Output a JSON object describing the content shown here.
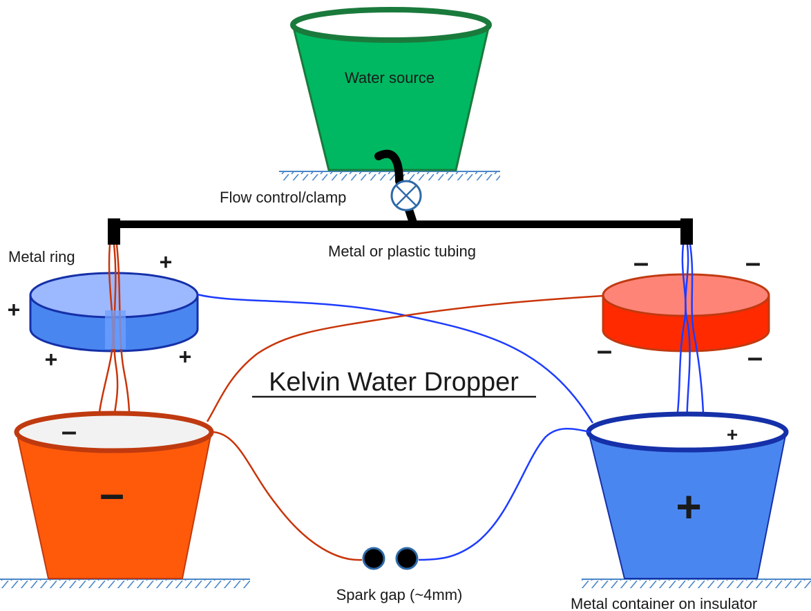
{
  "title": "Kelvin Water Dropper",
  "labels": {
    "water_source": "Water source",
    "flow_control": "Flow control/clamp",
    "tubing": "Metal or plastic tubing",
    "metal_ring": "Metal ring",
    "spark_gap": "Spark gap (~4mm)",
    "metal_container": "Metal container on insulator"
  },
  "signs": {
    "plus": "+",
    "minus": "–"
  },
  "colors": {
    "green": "#00b862",
    "green_dark": "#1a7a3c",
    "orange": "#ff5a0a",
    "orange_rim": "#c03a10",
    "blue": "#4a86f0",
    "blue_rim": "#1530a8",
    "ring_blue": "#8fb0ff",
    "ring_red": "#ff2a00",
    "wire_red": "#c8350a",
    "wire_blue": "#1e3cff",
    "hatch": "#4a86c8"
  }
}
